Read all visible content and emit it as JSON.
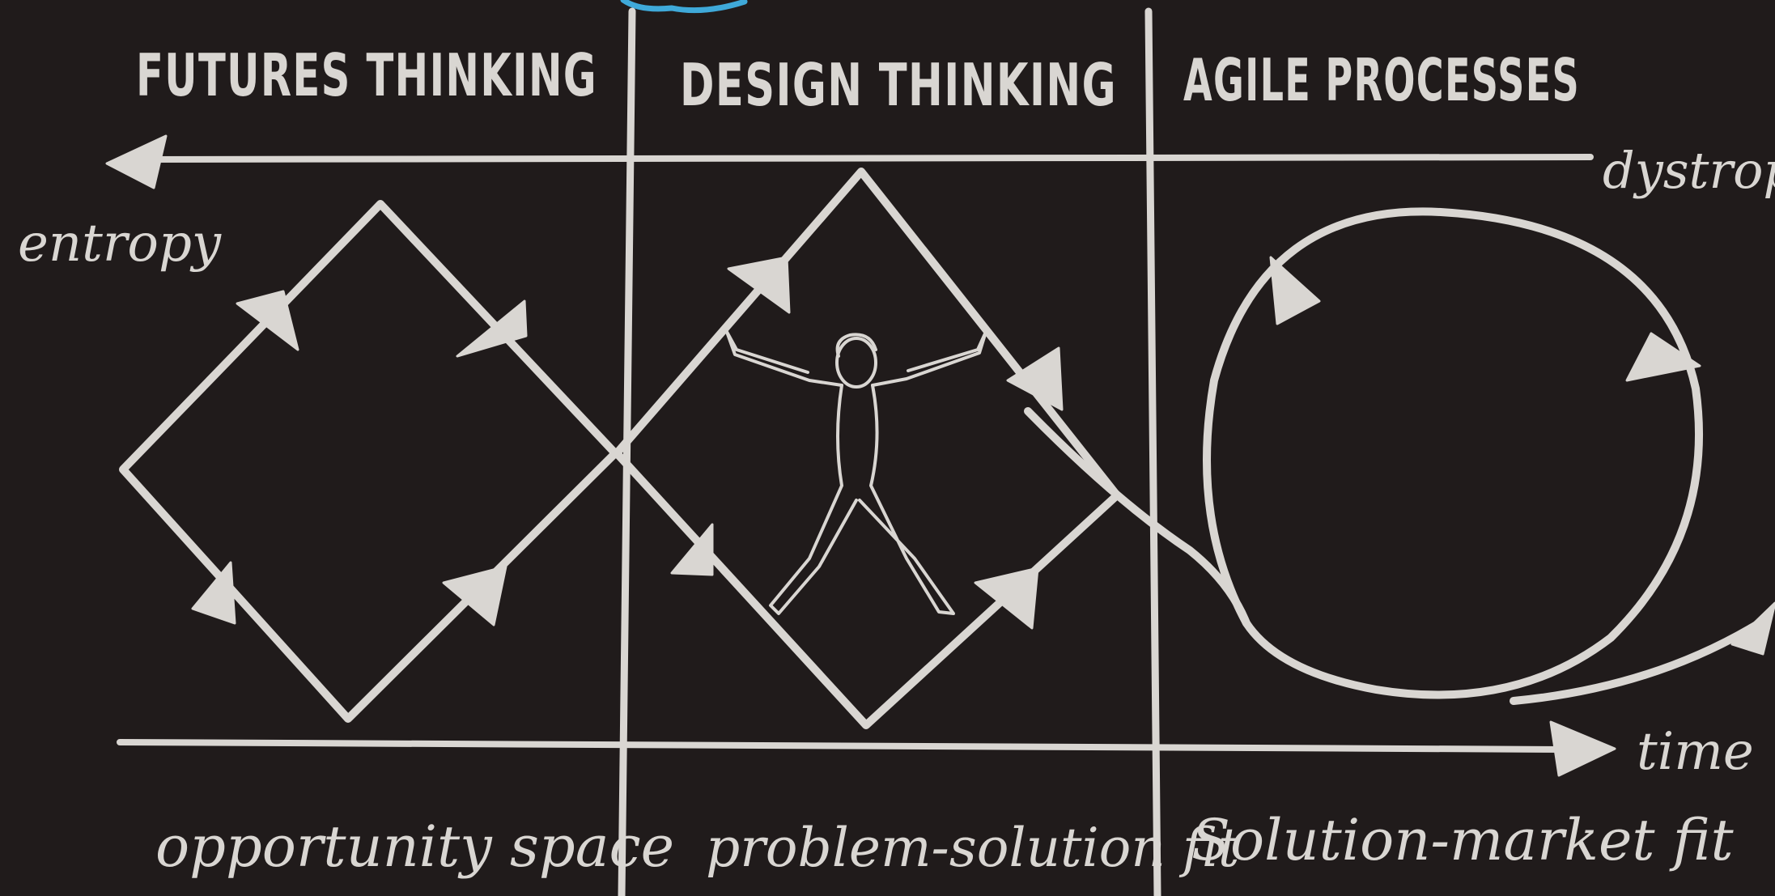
{
  "headers": {
    "futures": "FUTURES THINKING",
    "design": "DESIGN THINKING",
    "agile": "AGILE PROCESSES"
  },
  "axes": {
    "top_left_label": "entropy",
    "top_right_label": "dystropy",
    "bottom_right_label": "time"
  },
  "footers": {
    "futures": "opportunity space",
    "design": "problem-solution fit",
    "agile": "Solution-market fit"
  },
  "colors": {
    "background": "#201b1b",
    "chalk": "#d9d6d2",
    "accent_stroke": "#3fa9d9"
  },
  "icons": {
    "figure": "person-star-pose-icon",
    "arrowheads": "triangle-arrow-icon"
  }
}
